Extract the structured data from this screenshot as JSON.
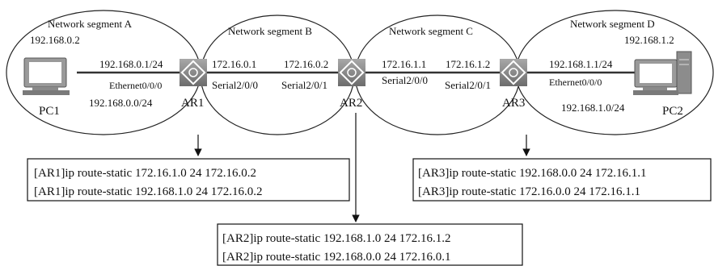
{
  "segments": {
    "a": "Network segment A",
    "b": "Network segment B",
    "c": "Network segment C",
    "d": "Network segment D"
  },
  "devices": {
    "pc1": "PC1",
    "pc2": "PC2",
    "ar1": "AR1",
    "ar2": "AR2",
    "ar3": "AR3"
  },
  "addresses": {
    "pc1_ip": "192.168.0.2",
    "ar1_eth_ip": "192.168.0.1/24",
    "ar1_eth_if": "Ethernet0/0/0",
    "net_a": "192.168.0.0/24",
    "ar1_ser_ip": "172.16.0.1",
    "ar1_ser_if": "Serial2/0/0",
    "ar2_b_ip": "172.16.0.2",
    "ar2_b_if": "Serial2/0/1",
    "ar2_c_ip": "172.16.1.1",
    "ar2_c_if": "Serial2/0/0",
    "ar3_c_ip": "172.16.1.2",
    "ar3_c_if": "Serial2/0/1",
    "ar3_eth_ip": "192.168.1.1/24",
    "ar3_eth_if": "Ethernet0/0/0",
    "pc2_ip": "192.168.1.2",
    "net_d": "192.168.1.0/24"
  },
  "commands": {
    "ar1": [
      "[AR1]ip route-static 172.16.1.0 24 172.16.0.2",
      "[AR1]ip route-static 192.168.1.0 24 172.16.0.2"
    ],
    "ar2": [
      "[AR2]ip route-static 192.168.1.0 24 172.16.1.2",
      "[AR2]ip route-static 192.168.0.0 24 172.16.0.1"
    ],
    "ar3": [
      "[AR3]ip route-static 192.168.0.0 24 172.16.1.1",
      "[AR3]ip route-static 172.16.0.0 24 172.16.1.1"
    ]
  },
  "icons": {
    "router": "router-icon",
    "pc": "pc-icon"
  },
  "colors": {
    "router_fill": "#8a8a8a",
    "pc_fill": "#9a9a9a",
    "line": "#111111"
  }
}
